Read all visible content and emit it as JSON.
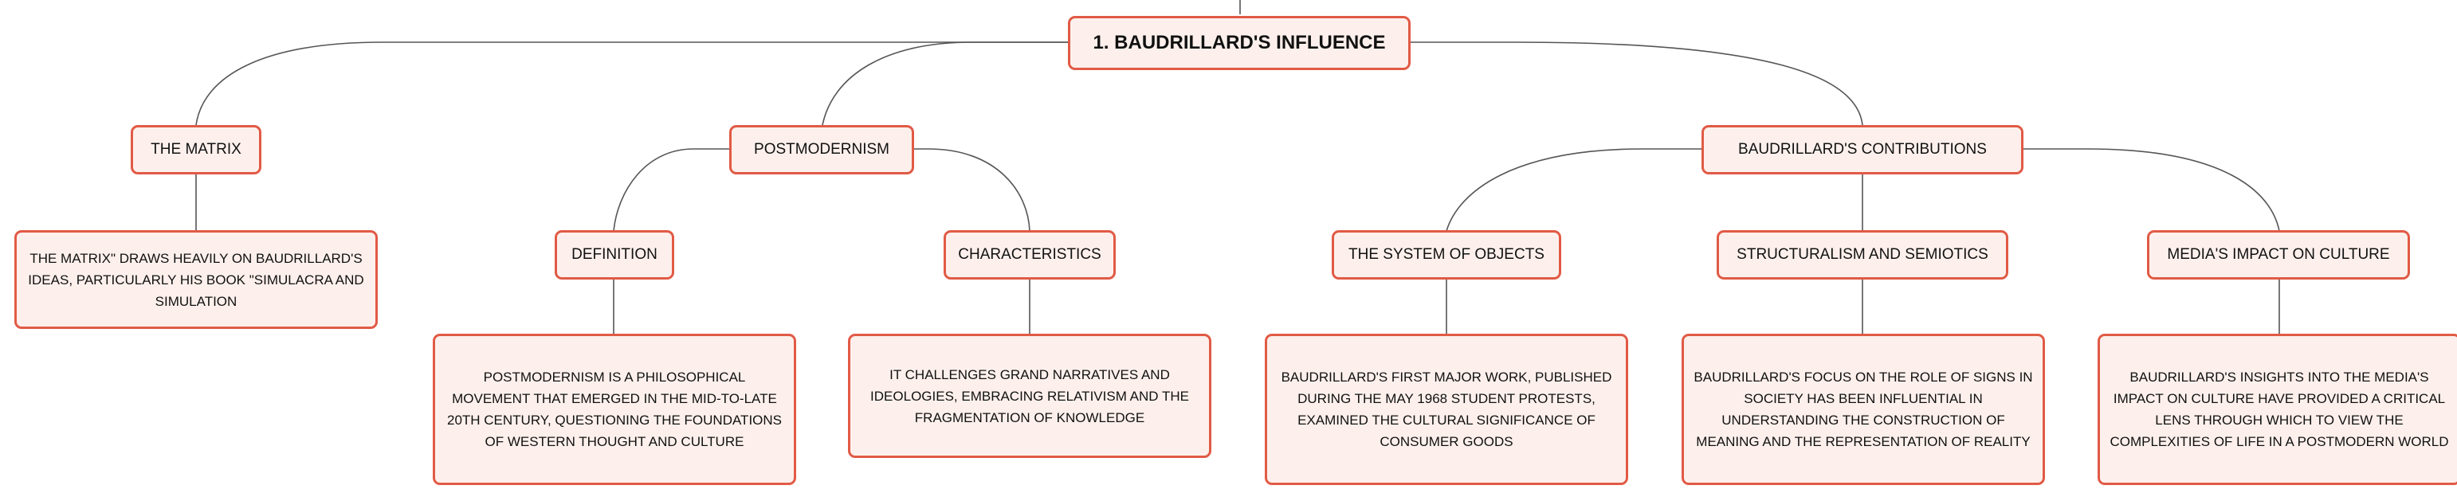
{
  "root": {
    "label": "1. BAUDRILLARD'S INFLUENCE"
  },
  "matrix": {
    "label": "THE MATRIX",
    "detail": "THE MATRIX\" DRAWS HEAVILY ON BAUDRILLARD'S IDEAS, PARTICULARLY HIS BOOK \"SIMULACRA AND SIMULATION"
  },
  "postmodernism": {
    "label": "POSTMODERNISM",
    "definition": {
      "label": "DEFINITION",
      "detail": "POSTMODERNISM IS A PHILOSOPHICAL MOVEMENT THAT EMERGED IN THE MID-TO-LATE 20TH CENTURY, QUESTIONING THE FOUNDATIONS OF WESTERN THOUGHT AND CULTURE"
    },
    "characteristics": {
      "label": "CHARACTERISTICS",
      "detail": "IT CHALLENGES GRAND NARRATIVES AND IDEOLOGIES, EMBRACING RELATIVISM AND THE FRAGMENTATION OF KNOWLEDGE"
    }
  },
  "contributions": {
    "label": "BAUDRILLARD'S CONTRIBUTIONS",
    "system_of_objects": {
      "label": "THE SYSTEM OF OBJECTS",
      "detail": "BAUDRILLARD'S FIRST MAJOR WORK, PUBLISHED DURING THE MAY 1968 STUDENT PROTESTS, EXAMINED THE CULTURAL SIGNIFICANCE OF CONSUMER GOODS"
    },
    "structuralism": {
      "label": "STRUCTURALISM AND SEMIOTICS",
      "detail": "BAUDRILLARD'S FOCUS ON THE ROLE OF SIGNS IN SOCIETY HAS BEEN INFLUENTIAL IN UNDERSTANDING THE CONSTRUCTION OF MEANING AND THE REPRESENTATION OF REALITY"
    },
    "media_impact": {
      "label": "MEDIA'S IMPACT ON CULTURE",
      "detail": "BAUDRILLARD'S INSIGHTS INTO THE MEDIA'S IMPACT ON CULTURE HAVE PROVIDED A CRITICAL LENS THROUGH WHICH TO VIEW THE COMPLEXITIES OF LIFE IN A POSTMODERN WORLD"
    }
  },
  "colors": {
    "node_fill": "#fdf0ec",
    "node_border": "#e15a45",
    "connector": "#555555",
    "text": "#111111"
  }
}
